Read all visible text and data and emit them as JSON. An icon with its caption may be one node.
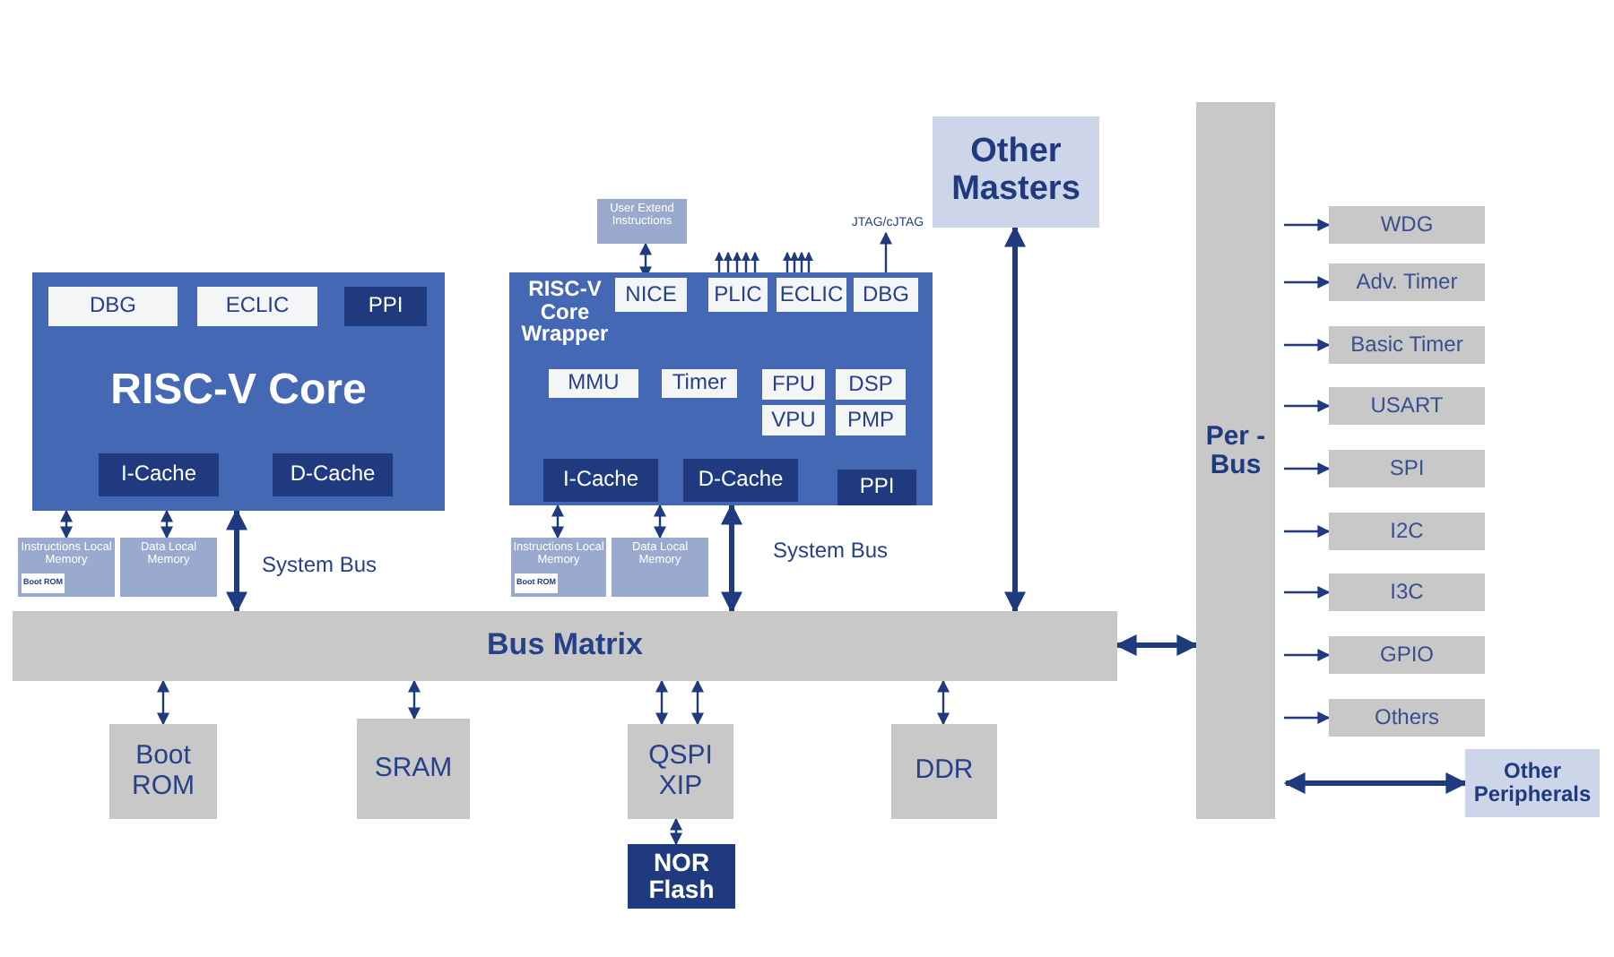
{
  "diagram": {
    "nodes": [
      {
        "text": [
          "RISC-V Core"
        ]
      },
      {
        "text": [
          "DBG"
        ],
        "in": 0
      },
      {
        "text": [
          "ECLIC"
        ],
        "in": 0
      },
      {
        "text": [
          "PPI"
        ],
        "in": 0
      },
      {
        "text": [
          "I-Cache"
        ],
        "in": 0
      },
      {
        "text": [
          "D-Cache"
        ],
        "in": 0
      },
      {
        "text": [
          "Instructions Local Memory"
        ]
      },
      {
        "text": [
          "Boot ROM"
        ],
        "in": 6
      },
      {
        "text": [
          "Data Local Memory"
        ]
      },
      {
        "text": [
          "User Extend Instructions"
        ]
      },
      {
        "text": [
          "RISC-V Core Wrapper"
        ]
      },
      {
        "text": [
          "NICE"
        ],
        "in": 10
      },
      {
        "text": [
          "PLIC"
        ],
        "in": 10
      },
      {
        "text": [
          "ECLIC"
        ],
        "in": 10
      },
      {
        "text": [
          "DBG"
        ],
        "in": 10
      },
      {
        "text": [
          "MMU"
        ],
        "in": 10
      },
      {
        "text": [
          "Timer"
        ],
        "in": 10
      },
      {
        "text": [
          "FPU"
        ],
        "in": 10
      },
      {
        "text": [
          "DSP"
        ],
        "in": 10
      },
      {
        "text": [
          "VPU"
        ],
        "in": 10
      },
      {
        "text": [
          "PMP"
        ],
        "in": 10
      },
      {
        "text": [
          "I-Cache"
        ],
        "in": 10
      },
      {
        "text": [
          "D-Cache"
        ],
        "in": 10
      },
      {
        "text": [
          "PPI"
        ],
        "in": 10
      },
      {
        "text": [
          "Instructions Local Memory"
        ]
      },
      {
        "text": [
          "Boot ROM"
        ],
        "in": 24
      },
      {
        "text": [
          "Data Local Memory"
        ]
      },
      {
        "text": [
          "Other Masters"
        ]
      },
      {
        "text": [
          "Bus Matrix"
        ]
      },
      {
        "text": [
          "Per - Bus"
        ]
      },
      {
        "text": [
          "WDG"
        ]
      },
      {
        "text": [
          "Adv. Timer"
        ]
      },
      {
        "text": [
          "Basic Timer"
        ]
      },
      {
        "text": [
          "USART"
        ]
      },
      {
        "text": [
          "SPI"
        ]
      },
      {
        "text": [
          "I2C"
        ]
      },
      {
        "text": [
          "I3C"
        ]
      },
      {
        "text": [
          "GPIO"
        ]
      },
      {
        "text": [
          "Others"
        ]
      },
      {
        "text": [
          "Other Peripherals"
        ]
      },
      {
        "text": [
          "Boot ROM"
        ]
      },
      {
        "text": [
          "SRAM"
        ]
      },
      {
        "text": [
          "QSPI XIP"
        ]
      },
      {
        "text": [
          "DDR"
        ]
      },
      {
        "text": [
          "NOR Flash"
        ]
      },
      {
        "text": [
          "JTAG/cJTAG"
        ]
      }
    ],
    "edges": [
      {
        "from": 6,
        "to": 0,
        "arrow": "both"
      },
      {
        "from": 8,
        "to": 0,
        "arrow": "both"
      },
      {
        "from": 0,
        "to": 28,
        "arrow": "both",
        "style": "thick"
      },
      {
        "from": 11,
        "to": 9,
        "arrow": "both"
      },
      {
        "from": 12,
        "to": null,
        "arrow": "to"
      },
      {
        "from": 12,
        "to": null,
        "arrow": "to"
      },
      {
        "from": 12,
        "to": null,
        "arrow": "to"
      },
      {
        "from": 12,
        "to": null,
        "arrow": "to"
      },
      {
        "from": 12,
        "to": null,
        "arrow": "to"
      },
      {
        "from": 13,
        "to": null,
        "arrow": "to"
      },
      {
        "from": 13,
        "to": null,
        "arrow": "to"
      },
      {
        "from": 13,
        "to": null,
        "arrow": "to"
      },
      {
        "from": 13,
        "to": null,
        "arrow": "to"
      },
      {
        "from": 14,
        "to": 45,
        "arrow": "to"
      },
      {
        "from": 24,
        "to": 10,
        "arrow": "both"
      },
      {
        "from": 26,
        "to": 10,
        "arrow": "both"
      },
      {
        "from": 10,
        "to": 28,
        "arrow": "both",
        "style": "thick"
      },
      {
        "from": 27,
        "to": 28,
        "arrow": "both",
        "style": "thick"
      },
      {
        "from": 28,
        "to": 29,
        "arrow": "both",
        "style": "thick"
      },
      {
        "from": 29,
        "to": 30,
        "arrow": "to"
      },
      {
        "from": 29,
        "to": 31,
        "arrow": "to"
      },
      {
        "from": 29,
        "to": 32,
        "arrow": "to"
      },
      {
        "from": 29,
        "to": 33,
        "arrow": "to"
      },
      {
        "from": 29,
        "to": 34,
        "arrow": "to"
      },
      {
        "from": 29,
        "to": 35,
        "arrow": "to"
      },
      {
        "from": 29,
        "to": 36,
        "arrow": "to"
      },
      {
        "from": 29,
        "to": 37,
        "arrow": "to"
      },
      {
        "from": 29,
        "to": 38,
        "arrow": "to"
      },
      {
        "from": 29,
        "to": 39,
        "arrow": "both",
        "style": "thick"
      },
      {
        "from": 28,
        "to": 40,
        "arrow": "both"
      },
      {
        "from": 28,
        "to": 41,
        "arrow": "both"
      },
      {
        "from": 28,
        "to": 42,
        "arrow": "both"
      },
      {
        "from": 28,
        "to": 42,
        "arrow": "both"
      },
      {
        "from": 28,
        "to": 43,
        "arrow": "both"
      },
      {
        "from": 42,
        "to": 44,
        "arrow": "both"
      }
    ],
    "labels": [
      "System Bus",
      "System Bus"
    ]
  }
}
